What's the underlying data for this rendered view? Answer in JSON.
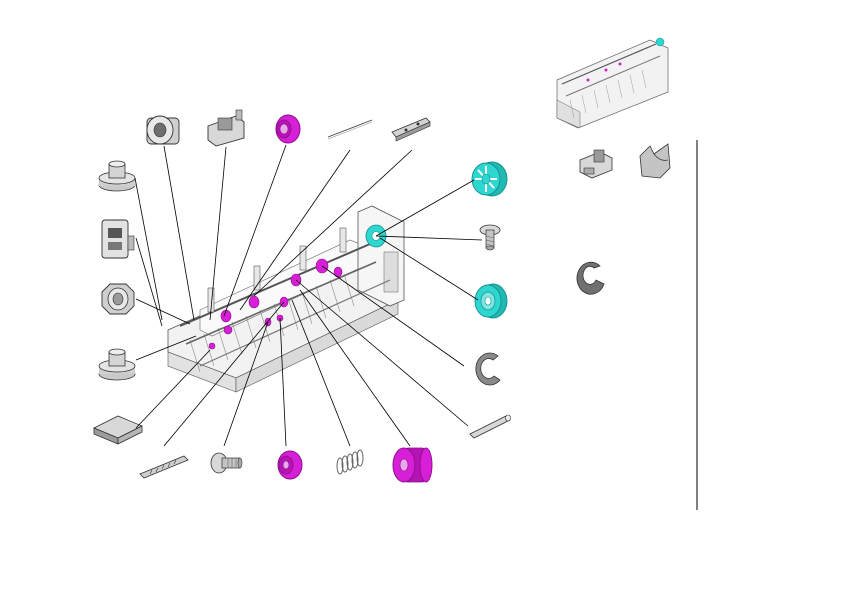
{
  "diagram": {
    "colors": {
      "magenta": "#d61fd6",
      "magenta_dark": "#8e0f8e",
      "cyan": "#2ed6d0",
      "cyan_dark": "#13908c",
      "gray": "#c9c9c9",
      "gray_dark": "#7c7c7c",
      "outline": "#333333"
    },
    "main_part": "fuser-assembly",
    "callouts_left": [
      "stopper-cap",
      "clip-bracket",
      "bushing",
      "stopper-cap",
      "pad"
    ],
    "callouts_top": [
      "bushing",
      "holder-bracket",
      "roller-magenta",
      "thin-rod",
      "long-bracket"
    ],
    "callouts_right": [
      "roller-cyan",
      "screw",
      "roller-cyan",
      "e-ring",
      "pin"
    ],
    "callouts_bottom": [
      "thin-bracket",
      "screw",
      "roller-magenta",
      "spring",
      "roller-magenta"
    ],
    "side_panel_parts": [
      "fuser-assembly-thumbnail",
      "clip-bracket",
      "hook-lever",
      "c-ring"
    ]
  }
}
